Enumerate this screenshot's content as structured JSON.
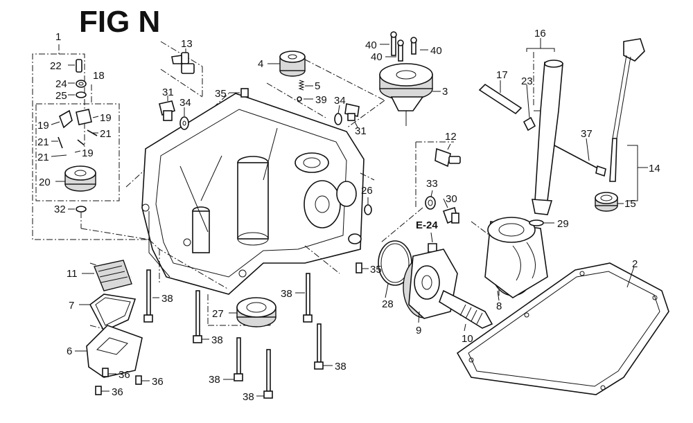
{
  "figure": {
    "title": "FIG N",
    "reference_tag": "E-24"
  },
  "callouts": [
    {
      "id": "c1",
      "label": "1"
    },
    {
      "id": "c2",
      "label": "2"
    },
    {
      "id": "c3",
      "label": "3"
    },
    {
      "id": "c4",
      "label": "4"
    },
    {
      "id": "c5",
      "label": "5"
    },
    {
      "id": "c6",
      "label": "6"
    },
    {
      "id": "c7",
      "label": "7"
    },
    {
      "id": "c8",
      "label": "8"
    },
    {
      "id": "c9",
      "label": "9"
    },
    {
      "id": "c10",
      "label": "10"
    },
    {
      "id": "c11",
      "label": "11"
    },
    {
      "id": "c12",
      "label": "12"
    },
    {
      "id": "c13",
      "label": "13"
    },
    {
      "id": "c14",
      "label": "14"
    },
    {
      "id": "c15",
      "label": "15"
    },
    {
      "id": "c16",
      "label": "16"
    },
    {
      "id": "c17",
      "label": "17"
    },
    {
      "id": "c18",
      "label": "18"
    },
    {
      "id": "c19a",
      "label": "19"
    },
    {
      "id": "c19b",
      "label": "19"
    },
    {
      "id": "c19c",
      "label": "19"
    },
    {
      "id": "c20",
      "label": "20"
    },
    {
      "id": "c21a",
      "label": "21"
    },
    {
      "id": "c21b",
      "label": "21"
    },
    {
      "id": "c21c",
      "label": "21"
    },
    {
      "id": "c22",
      "label": "22"
    },
    {
      "id": "c23",
      "label": "23"
    },
    {
      "id": "c24",
      "label": "24"
    },
    {
      "id": "c25",
      "label": "25"
    },
    {
      "id": "c26",
      "label": "26"
    },
    {
      "id": "c27",
      "label": "27"
    },
    {
      "id": "c28",
      "label": "28"
    },
    {
      "id": "c29",
      "label": "29"
    },
    {
      "id": "c30",
      "label": "30"
    },
    {
      "id": "c31a",
      "label": "31"
    },
    {
      "id": "c31b",
      "label": "31"
    },
    {
      "id": "c32",
      "label": "32"
    },
    {
      "id": "c33",
      "label": "33"
    },
    {
      "id": "c34a",
      "label": "34"
    },
    {
      "id": "c34b",
      "label": "34"
    },
    {
      "id": "c35a",
      "label": "35"
    },
    {
      "id": "c35b",
      "label": "35"
    },
    {
      "id": "c36a",
      "label": "36"
    },
    {
      "id": "c36b",
      "label": "36"
    },
    {
      "id": "c36c",
      "label": "36"
    },
    {
      "id": "c37",
      "label": "37"
    },
    {
      "id": "c38a",
      "label": "38"
    },
    {
      "id": "c38b",
      "label": "38"
    },
    {
      "id": "c38c",
      "label": "38"
    },
    {
      "id": "c38d",
      "label": "38"
    },
    {
      "id": "c38e",
      "label": "38"
    },
    {
      "id": "c38f",
      "label": "38"
    },
    {
      "id": "c39",
      "label": "39"
    },
    {
      "id": "c40a",
      "label": "40"
    },
    {
      "id": "c40b",
      "label": "40"
    },
    {
      "id": "c40c",
      "label": "40"
    }
  ]
}
